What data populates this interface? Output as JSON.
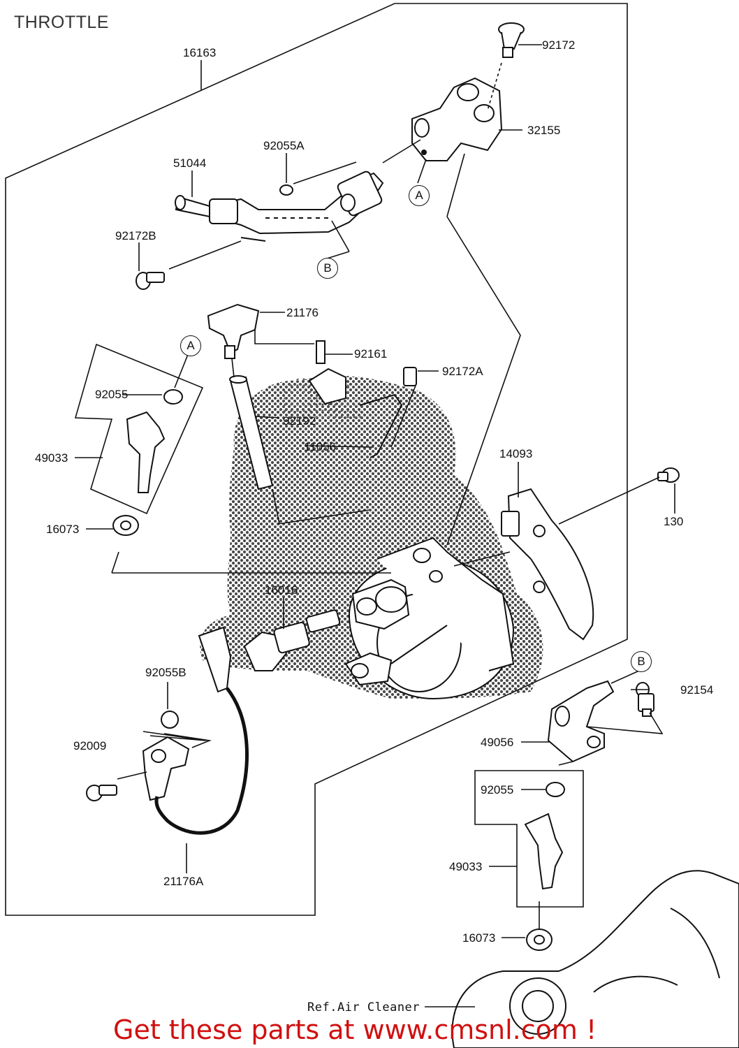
{
  "title": "THROTTLE",
  "labels": {
    "p16163": "16163",
    "p92172": "92172",
    "p32155": "32155",
    "p92055A": "92055A",
    "p51044": "51044",
    "p92172B": "92172B",
    "p21176": "21176",
    "p92161": "92161",
    "p92172A": "92172A",
    "p92055_top": "92055",
    "p49033_top": "49033",
    "p92192": "92192",
    "p11056": "11056",
    "p14093": "14093",
    "p130": "130",
    "p16073_top": "16073",
    "p16016": "16016",
    "p92055B": "92055B",
    "p92154": "92154",
    "p49056": "49056",
    "p92009": "92009",
    "p92055_bottom": "92055",
    "p49033_bottom": "49033",
    "p21176A": "21176A",
    "p16073_bottom": "16073",
    "ref_air_cleaner": "Ref.Air Cleaner"
  },
  "circled": {
    "a_top": "A",
    "b_top": "B",
    "a_left": "A",
    "b_right": "B"
  },
  "banner": "Get these parts at www.cmsnl.com !",
  "colors": {
    "ink": "#111111",
    "banner": "#d01010",
    "stipple": "#2a2a2a"
  }
}
